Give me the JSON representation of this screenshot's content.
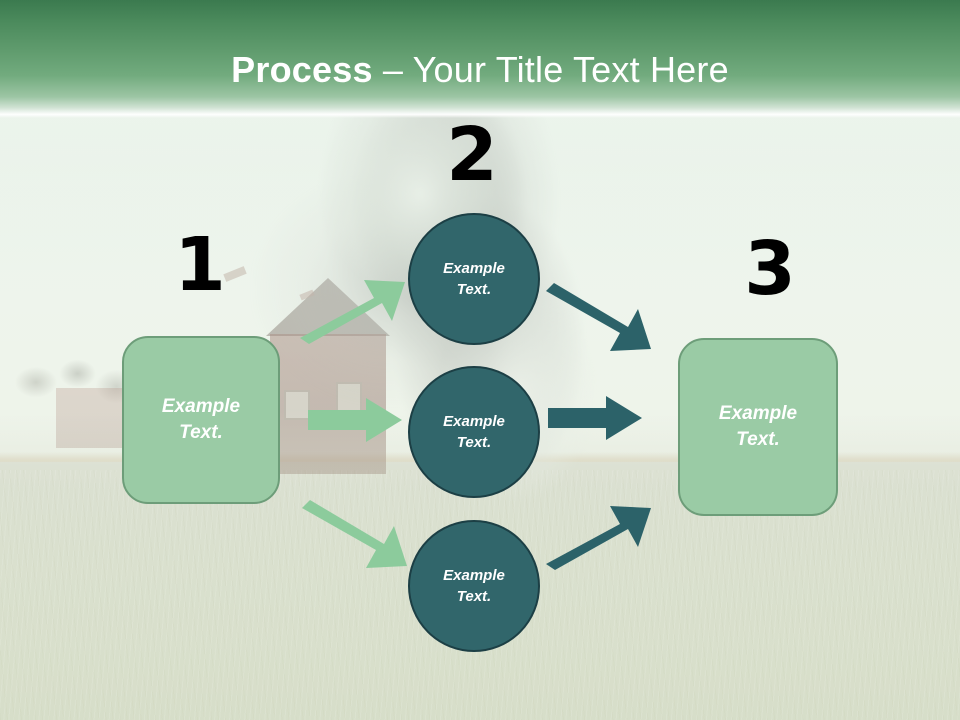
{
  "slide": {
    "title": {
      "bold_part": "Process",
      "rest": " – Your Title Text Here"
    },
    "colors": {
      "header_dark_green": "#3b7a4f",
      "header_light_green": "#9cc5a4",
      "box_fill": "#9acba5",
      "box_border": "#6d9d79",
      "circle_fill": "#31666b",
      "circle_border": "#1c3f45",
      "arrow_green": "#8ccb9c",
      "arrow_teal": "#2c6269",
      "number_color": "#000000",
      "label_text": "#ffffff"
    },
    "steps": [
      {
        "number": "1",
        "label": "Example\nText."
      },
      {
        "number": "2",
        "label": "Example\nText."
      },
      {
        "number": "3",
        "label": "Example\nText."
      }
    ],
    "stage1": {
      "number": "1",
      "box_label": "Example\nText."
    },
    "stage2": {
      "number": "2",
      "nodes": [
        {
          "label": "Example\nText."
        },
        {
          "label": "Example\nText."
        },
        {
          "label": "Example\nText."
        }
      ]
    },
    "stage3": {
      "number": "3",
      "box_label": "Example\nText."
    },
    "arrows": [
      {
        "name": "arrow-stage1-to-node1",
        "color": "#8ccb9c",
        "direction": "up-right"
      },
      {
        "name": "arrow-stage1-to-node2",
        "color": "#8ccb9c",
        "direction": "right"
      },
      {
        "name": "arrow-stage1-to-node3",
        "color": "#8ccb9c",
        "direction": "down-right"
      },
      {
        "name": "arrow-node1-to-stage3",
        "color": "#2c6269",
        "direction": "down-right"
      },
      {
        "name": "arrow-node2-to-stage3",
        "color": "#2c6269",
        "direction": "right"
      },
      {
        "name": "arrow-node3-to-stage3",
        "color": "#2c6269",
        "direction": "up-right"
      }
    ],
    "background": {
      "description": "faded photograph of a burning barn with smoke over a grass field"
    }
  }
}
